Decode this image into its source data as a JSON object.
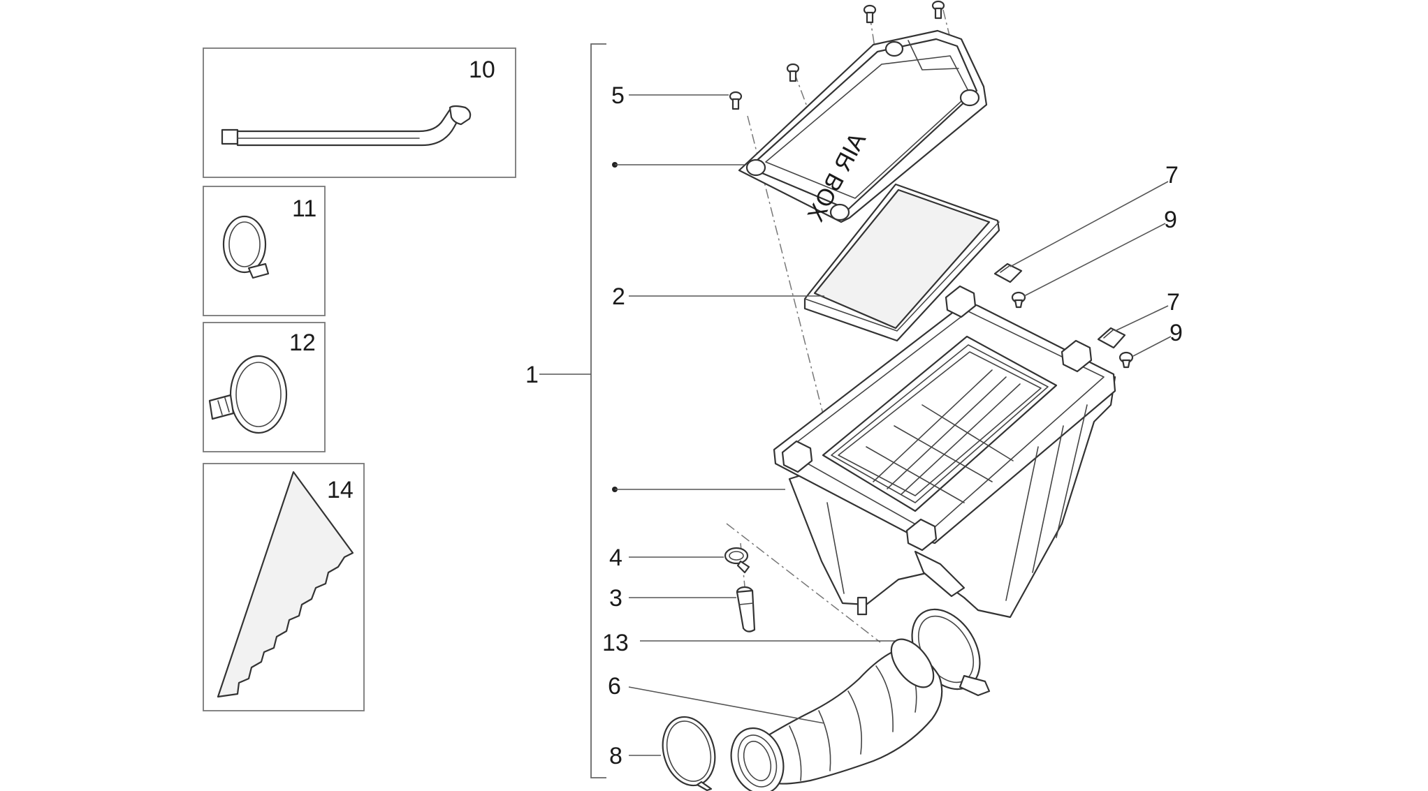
{
  "callouts": {
    "c1": "1",
    "c2": "2",
    "c3": "3",
    "c4": "4",
    "c5": "5",
    "c6": "6",
    "c7a": "7",
    "c7b": "7",
    "c8": "8",
    "c9a": "9",
    "c9b": "9",
    "c10": "10",
    "c11": "11",
    "c12": "12",
    "c13": "13",
    "c14": "14"
  },
  "lid_embossing": "AIR BOX",
  "colors": {
    "line": "#333333",
    "leader": "#555555",
    "frame": "#777777",
    "background": "#ffffff"
  }
}
